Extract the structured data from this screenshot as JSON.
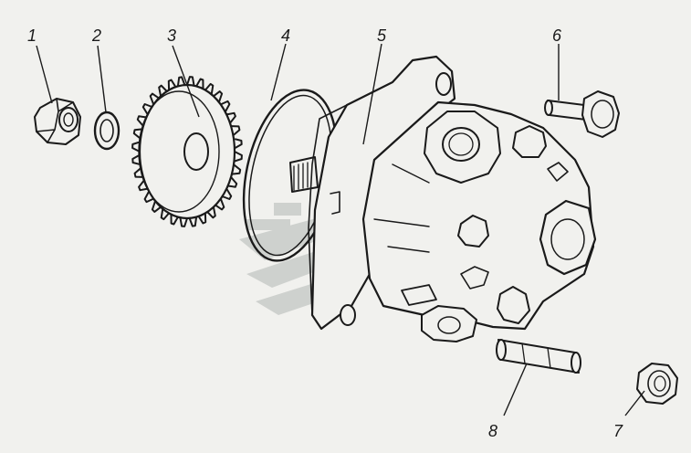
{
  "diagram": {
    "part_labels": [
      "1",
      "2",
      "3",
      "4",
      "5",
      "6",
      "7",
      "8"
    ]
  },
  "colors": {
    "background": "#f1f1ee",
    "line": "#1a1a1a",
    "watermark": "#c9ccc9"
  },
  "icons": {
    "watermark": "gaz-watermark-logo"
  }
}
